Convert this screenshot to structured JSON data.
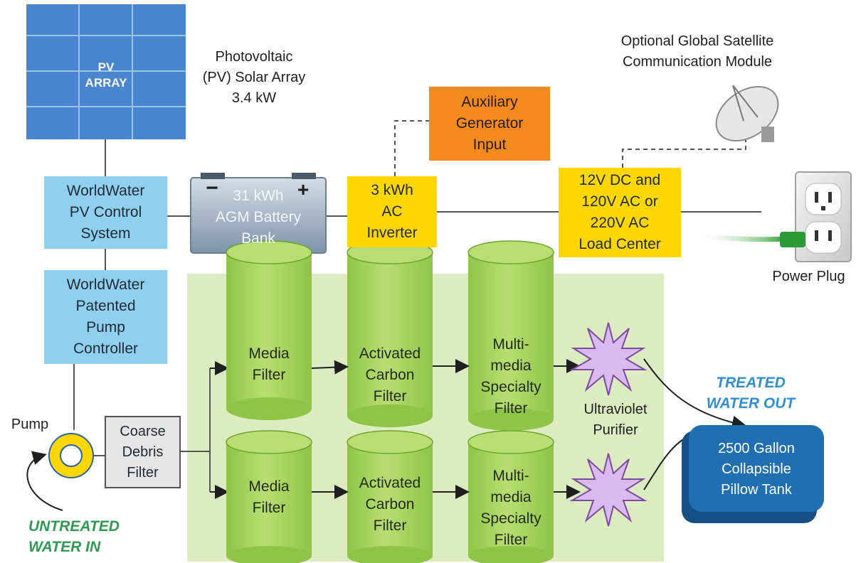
{
  "pv_array": {
    "label_1": "PV",
    "label_2": "ARRAY"
  },
  "pv_label": {
    "line_1": "Photovoltaic",
    "line_2": "(PV) Solar Array",
    "line_3": "3.4 kW"
  },
  "satellite_label": {
    "line_1": "Optional Global Satellite",
    "line_2": "Communication Module"
  },
  "control_system": {
    "line_1": "WorldWater",
    "line_2": "PV Control",
    "line_3": "System"
  },
  "battery": {
    "line_1": "31 kWh",
    "line_2": "AGM Battery",
    "line_3": "Bank",
    "minus": "−",
    "plus": "+"
  },
  "inverter": {
    "line_1": "3 kWh",
    "line_2": "AC",
    "line_3": "Inverter"
  },
  "aux_generator": {
    "line_1": "Auxiliary",
    "line_2": "Generator",
    "line_3": "Input"
  },
  "load_center": {
    "line_1": "12V DC and",
    "line_2": "120V AC or",
    "line_3": "220V AC",
    "line_4": "Load Center"
  },
  "power_plug": {
    "label": "Power Plug"
  },
  "pump_controller": {
    "line_1": "WorldWater",
    "line_2": "Patented",
    "line_3": "Pump",
    "line_4": "Controller"
  },
  "pump": {
    "label": "Pump"
  },
  "coarse_filter": {
    "line_1": "Coarse",
    "line_2": "Debris",
    "line_3": "Filter"
  },
  "untreated": {
    "line_1": "UNTREATED",
    "line_2": "WATER IN"
  },
  "treated": {
    "line_1": "TREATED",
    "line_2": "WATER OUT"
  },
  "media_filter": {
    "line_1": "Media",
    "line_2": "Filter"
  },
  "carbon_filter": {
    "line_1": "Activated",
    "line_2": "Carbon",
    "line_3": "Filter"
  },
  "specialty_filter": {
    "line_1": "Multi-",
    "line_2": "media",
    "line_3": "Specialty",
    "line_4": "Filter"
  },
  "uv_label": {
    "line_1": "Ultraviolet",
    "line_2": "Purifier"
  },
  "tank": {
    "line_1": "2500 Gallon",
    "line_2": "Collapsible",
    "line_3": "Pillow Tank"
  },
  "colors": {
    "pv_blue": "#4a86cf",
    "control_blue": "#8fd0f0",
    "inverter_yellow": "#ffd700",
    "generator_orange": "#f28a1e",
    "filter_area_green": "#dcebc0",
    "cylinder_green": "#a6d35a",
    "tank_blue": "#1f6fb2",
    "uv_purple": "#c9a6e0"
  }
}
